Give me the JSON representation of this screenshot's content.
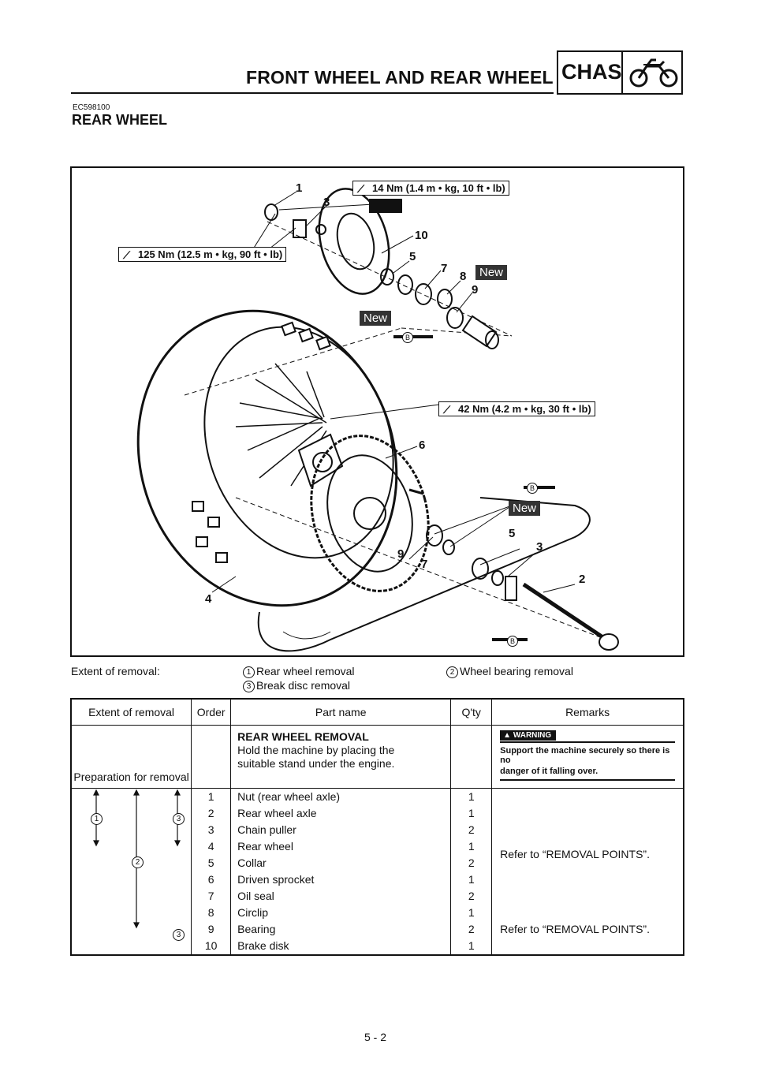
{
  "header": {
    "title": "FRONT WHEEL AND REAR WHEEL",
    "chas": "CHAS",
    "chas_icon": "motorcycle-icon"
  },
  "section": {
    "code": "EC598100",
    "title": "REAR WHEEL"
  },
  "diagram": {
    "torques": {
      "t1": "14 Nm (1.4 m • kg, 10 ft • lb)",
      "t2": "125 Nm (12.5 m • kg, 90 ft • lb)",
      "t3": "42 Nm (4.2 m • kg, 30 ft • lb)"
    },
    "new_tag": "New",
    "grease_mark": "B",
    "callouts": [
      "1",
      "3",
      "10",
      "5",
      "7",
      "8",
      "9",
      "6",
      "5",
      "3",
      "2",
      "9",
      "7",
      "4"
    ]
  },
  "extent": {
    "label": "Extent of removal:",
    "items": [
      {
        "num": "1",
        "text": "Rear wheel removal"
      },
      {
        "num": "2",
        "text": "Wheel bearing removal"
      },
      {
        "num": "3",
        "text": "Break disc removal"
      }
    ]
  },
  "table": {
    "headers": [
      "Extent of removal",
      "Order",
      "Part name",
      "Q'ty",
      "Remarks"
    ],
    "prep_label": "Preparation for removal",
    "prep_title": "REAR WHEEL REMOVAL",
    "prep_text_1": "Hold the machine by placing the",
    "prep_text_2": "suitable stand under the engine.",
    "warning_label": "WARNING",
    "warning_text_1": "Support the machine securely so there is no",
    "warning_text_2": "danger of it falling over.",
    "extent_marks": [
      "1",
      "2",
      "3",
      "3"
    ],
    "rows": [
      {
        "order": "1",
        "part": "Nut (rear wheel axle)",
        "qty": "1",
        "remarks": ""
      },
      {
        "order": "2",
        "part": "Rear wheel axle",
        "qty": "1",
        "remarks": ""
      },
      {
        "order": "3",
        "part": "Chain puller",
        "qty": "2",
        "remarks": ""
      },
      {
        "order": "4",
        "part": "Rear wheel",
        "qty": "1",
        "remarks": "Refer to “REMOVAL POINTS”."
      },
      {
        "order": "5",
        "part": "Collar",
        "qty": "2",
        "remarks": ""
      },
      {
        "order": "6",
        "part": "Driven sprocket",
        "qty": "1",
        "remarks": ""
      },
      {
        "order": "7",
        "part": "Oil seal",
        "qty": "2",
        "remarks": ""
      },
      {
        "order": "8",
        "part": "Circlip",
        "qty": "1",
        "remarks": ""
      },
      {
        "order": "9",
        "part": "Bearing",
        "qty": "2",
        "remarks": "Refer to “REMOVAL POINTS”."
      },
      {
        "order": "10",
        "part": "Brake disk",
        "qty": "1",
        "remarks": ""
      }
    ]
  },
  "page_number": "5 - 2"
}
